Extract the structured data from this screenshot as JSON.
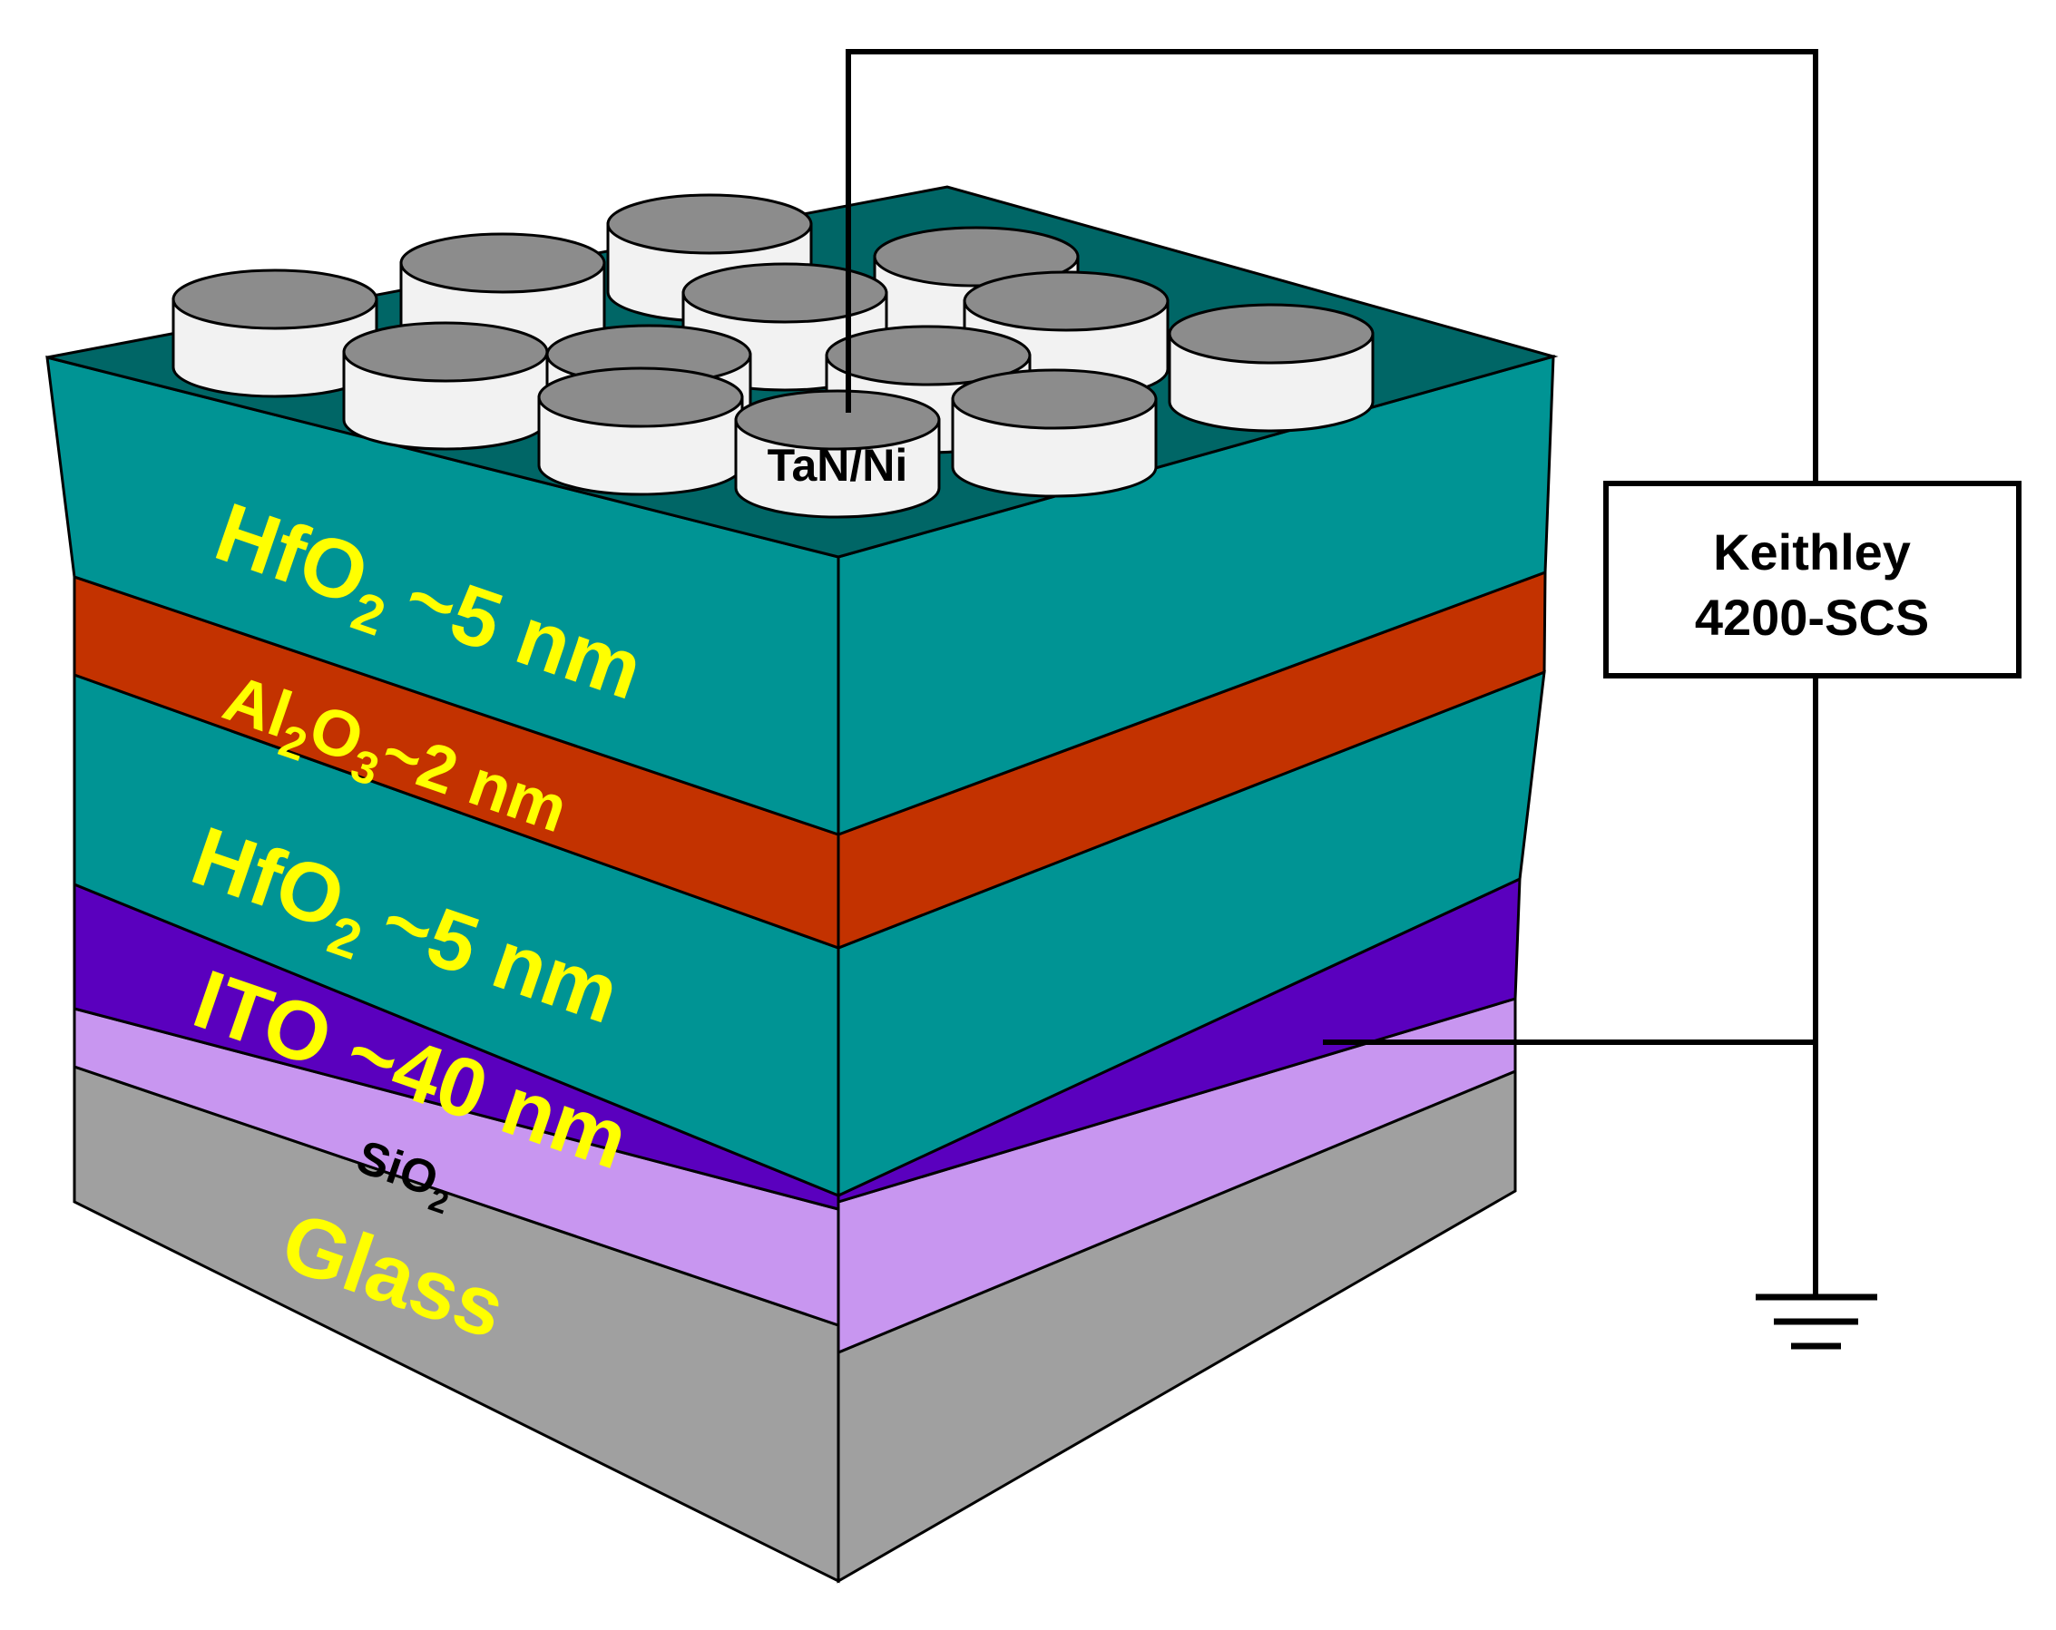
{
  "colors": {
    "hfo2": "#009494",
    "hfo2_top": "#006666",
    "al2o3": "#C33200",
    "ito": "#5A00BE",
    "sio2": "#C896F0",
    "glass": "#A0A0A0",
    "label_yellow": "#FFFF00",
    "electrode_top": "#8C8C8C",
    "electrode_side": "#F2F2F2",
    "wire": "#000000"
  },
  "layers": [
    {
      "id": "hfo2-top",
      "material": "HfO",
      "subscript": "2",
      "thickness": "~5 nm"
    },
    {
      "id": "al2o3",
      "parts": [
        "Al",
        "2",
        "O",
        "3"
      ],
      "thickness": "~2 nm"
    },
    {
      "id": "hfo2-bottom",
      "material": "HfO",
      "subscript": "2",
      "thickness": "~5 nm"
    },
    {
      "id": "ito",
      "label": "ITO ~40 nm"
    },
    {
      "id": "sio2",
      "material": "SiO",
      "subscript": "2"
    },
    {
      "id": "glass",
      "label": "Glass"
    }
  ],
  "electrode_label": "TaN/Ni",
  "instrument": {
    "line1": "Keithley",
    "line2": "4200-SCS"
  },
  "ground_icon": "ground-symbol-icon"
}
